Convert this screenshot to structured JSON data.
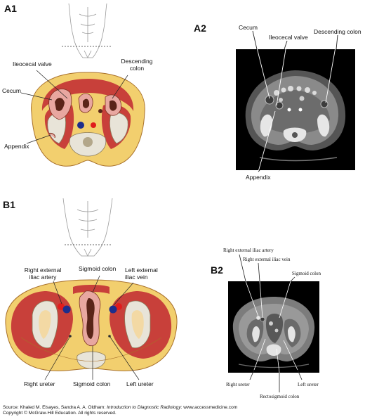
{
  "panels": {
    "a1": "A1",
    "a2": "A2",
    "b1": "B1",
    "b2": "B2"
  },
  "labels_a1": {
    "ileocecal_valve": "Ileocecal valve",
    "descending_colon_line1": "Descending",
    "descending_colon_line2": "colon",
    "cecum": "Cecum",
    "appendix": "Appendix"
  },
  "labels_a2": {
    "cecum": "Cecum",
    "ileocecal_valve": "Ileocecal valve",
    "descending_colon": "Descending colon",
    "appendix": "Appendix"
  },
  "labels_b1": {
    "right_ext_iliac_artery_line1": "Right external",
    "right_ext_iliac_artery_line2": "iliac artery",
    "sigmoid_colon_top": "Sigmoid colon",
    "left_ext_iliac_vein_line1": "Left external",
    "left_ext_iliac_vein_line2": "iliac vein",
    "right_ureter": "Right ureter",
    "sigmoid_colon_bottom": "Sigmoid colon",
    "left_ureter": "Left ureter"
  },
  "labels_b2": {
    "right_ext_iliac_artery": "Right external iliac artery",
    "right_ext_iliac_vein": "Right external iliac vein",
    "sigmoid_colon": "Sigmoid colon",
    "right_ureter": "Right ureter",
    "left_ureter": "Left ureter",
    "rectosigmoid_colon": "Rectosigmoid colon"
  },
  "footer": {
    "source_prefix": "Source: Khaled M. Elsayes, Sandra A. A. Oldham: ",
    "source_title": "Introduction to Diagnostic Radiology",
    "source_suffix": ": www.accessmedicine.com",
    "copyright": "Copyright © McGraw-Hill Education. All rights reserved."
  },
  "colors": {
    "fat": "#f2cf6e",
    "muscle": "#c8403a",
    "bowel_content": "#5a2418",
    "bowel_wall": "#e8a7a0",
    "bone": "#e8e4d8",
    "artery": "#e01c1c",
    "vein": "#1e2e8c"
  }
}
